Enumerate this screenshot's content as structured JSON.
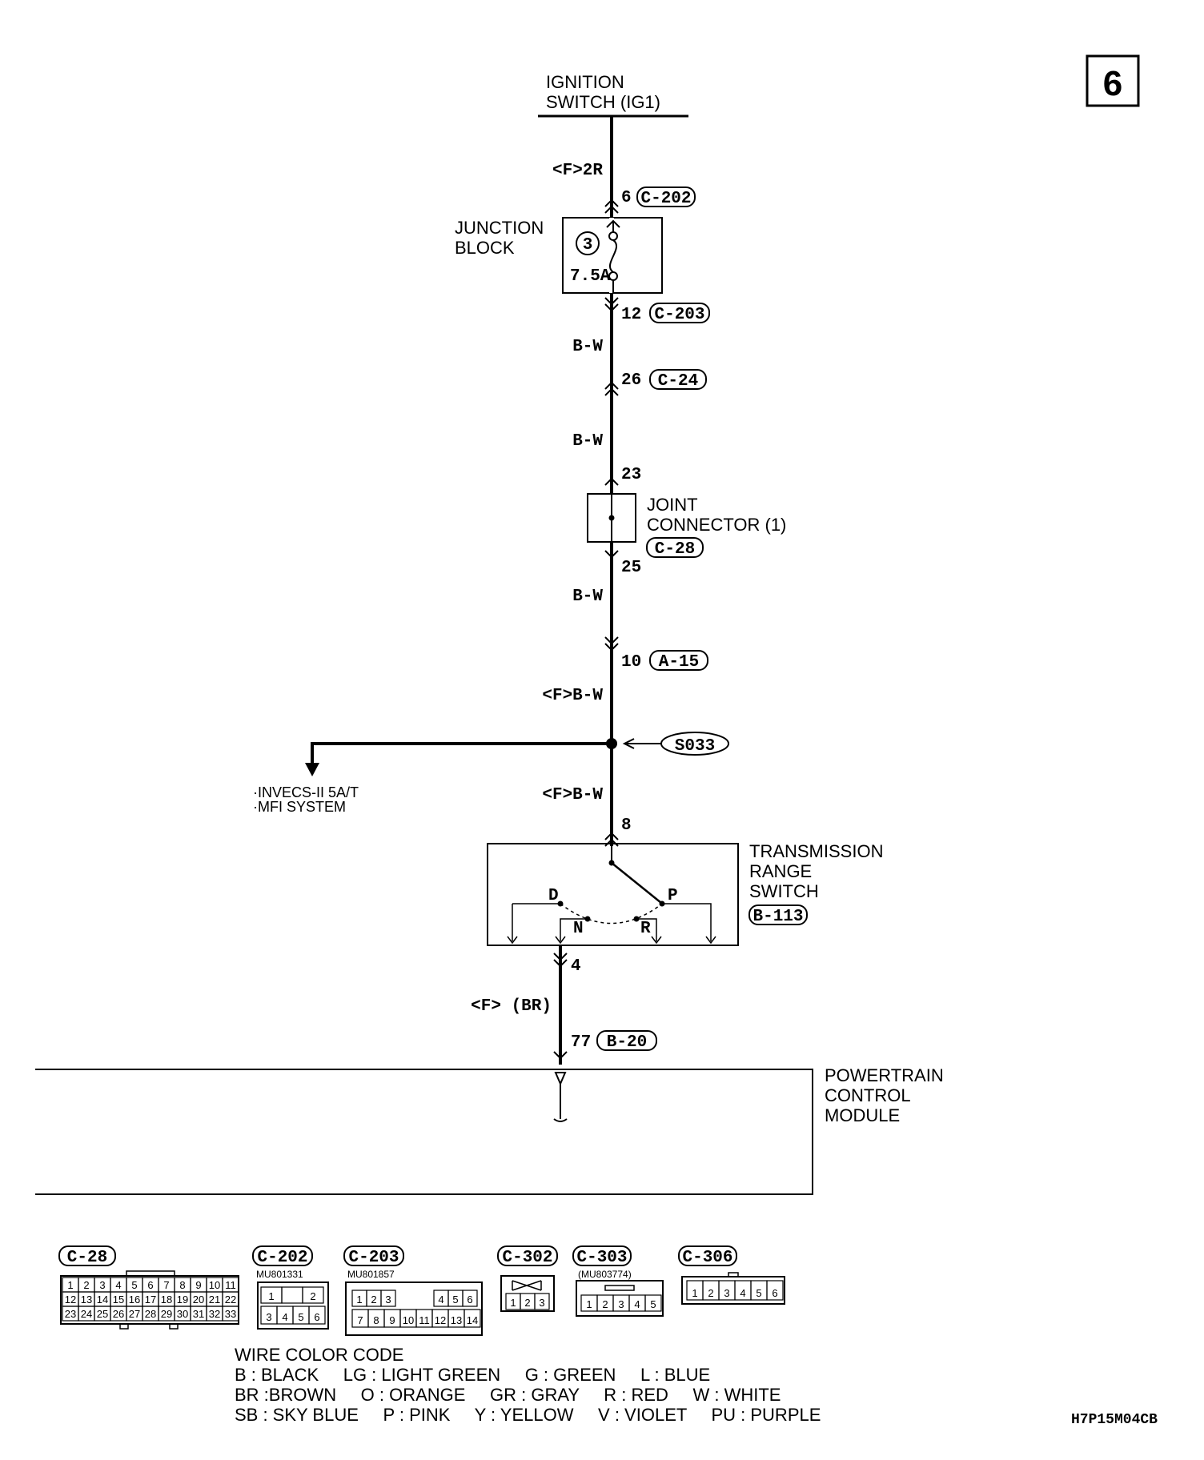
{
  "page_number": "6",
  "ignition": {
    "line1": "IGNITION",
    "line2": "SWITCH (IG1)"
  },
  "wires": {
    "w_top": "<F>2R",
    "w_bw1": "B-W",
    "w_bw2": "B-W",
    "w_bw3": "B-W",
    "w_fbw1": "<F>B-W",
    "w_fbw2": "<F>B-W",
    "w_fbr": "<F> (BR)"
  },
  "junction_block": {
    "line1": "JUNCTION",
    "line2": "BLOCK",
    "fuse_no": "3",
    "fuse_rating": "7.5A"
  },
  "connectors": {
    "c202": {
      "pin": "6",
      "id": "C-202"
    },
    "c203": {
      "pin": "12",
      "id": "C-203"
    },
    "c24": {
      "pin": "26",
      "id": "C-24"
    },
    "jc_in_pin": "23",
    "jc_out": {
      "pin": "25",
      "id": "C-28"
    },
    "a15": {
      "pin": "10",
      "id": "A-15"
    },
    "trs_in_pin": "8",
    "trs_out_pin": "4",
    "b20": {
      "pin": "77",
      "id": "B-20"
    }
  },
  "joint_connector": {
    "line1": "JOINT",
    "line2": "CONNECTOR (1)"
  },
  "splice": "S033",
  "branch": {
    "line1": "·INVECS-II 5A/T",
    "line2": "·MFI SYSTEM"
  },
  "trs": {
    "line1": "TRANSMISSION",
    "line2": "RANGE",
    "line3": "SWITCH",
    "id": "B-113",
    "pos_d": "D",
    "pos_p": "P",
    "pos_n": "N",
    "pos_r": "R"
  },
  "pcm": {
    "line1": "POWERTRAIN",
    "line2": "CONTROL",
    "line3": "MODULE"
  },
  "connector_views": {
    "c28": {
      "id": "C-28",
      "row1": [
        "1",
        "2",
        "3",
        "4",
        "5",
        "6",
        "7",
        "8",
        "9",
        "10",
        "11"
      ],
      "row2": [
        "12",
        "13",
        "14",
        "15",
        "16",
        "17",
        "18",
        "19",
        "20",
        "21",
        "22"
      ],
      "row3": [
        "23",
        "24",
        "25",
        "26",
        "27",
        "28",
        "29",
        "30",
        "31",
        "32",
        "33"
      ]
    },
    "c202": {
      "id": "C-202",
      "part": "MU801331",
      "row1": [
        "1",
        "",
        "2"
      ],
      "row2": [
        "3",
        "4",
        "5",
        "6"
      ]
    },
    "c203": {
      "id": "C-203",
      "part": "MU801857",
      "row1": [
        "1",
        "2",
        "3",
        "4",
        "5",
        "6"
      ],
      "row2": [
        "7",
        "8",
        "9",
        "10",
        "11",
        "12",
        "13",
        "14"
      ]
    },
    "c302": {
      "id": "C-302",
      "row1": [
        "1",
        "2",
        "3"
      ]
    },
    "c303": {
      "id": "C-303",
      "part": "(MU803774)",
      "row1": [
        "1",
        "2",
        "3",
        "4",
        "5"
      ]
    },
    "c306": {
      "id": "C-306",
      "row1": [
        "1",
        "2",
        "3",
        "4",
        "5",
        "6"
      ]
    }
  },
  "wire_color_code": {
    "title": "WIRE COLOR CODE",
    "line1": "B : BLACK     LG : LIGHT GREEN     G : GREEN     L : BLUE",
    "line2": "BR :BROWN     O : ORANGE     GR : GRAY     R : RED     W : WHITE",
    "line3": "SB : SKY BLUE     P : PINK     Y : YELLOW     V : VIOLET     PU : PURPLE"
  },
  "drawing_code": "H7P15M04CB"
}
